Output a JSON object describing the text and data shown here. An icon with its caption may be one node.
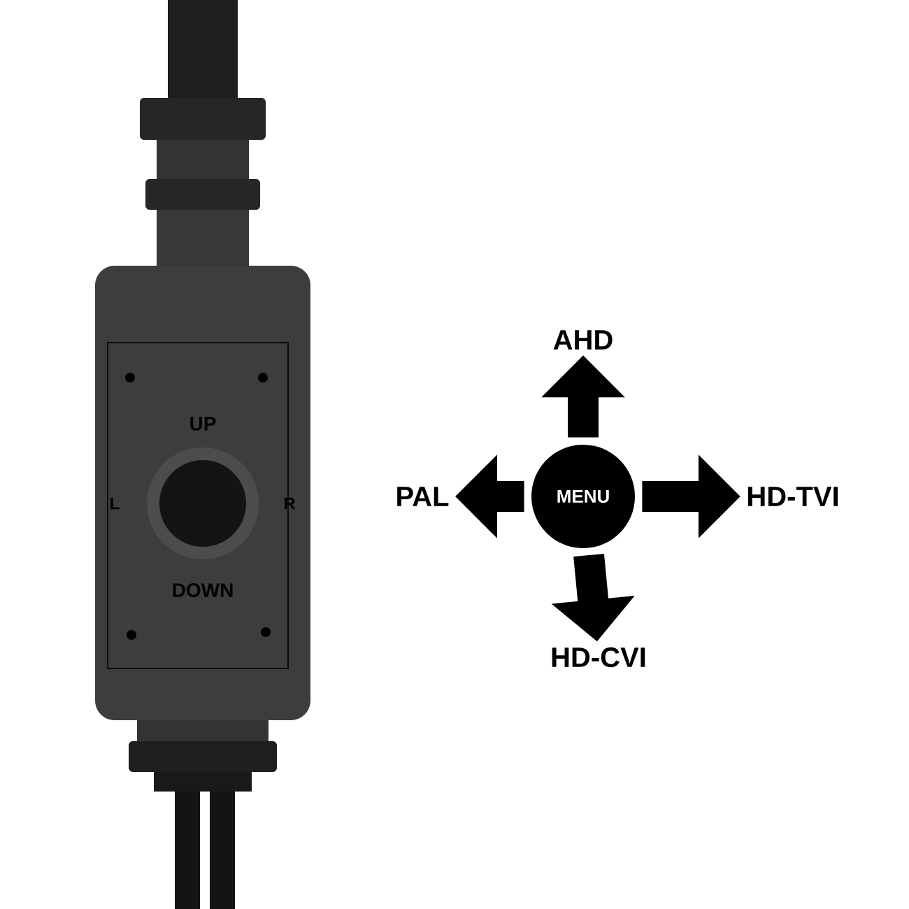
{
  "diagram": {
    "nodes": [
      {
        "text": [
          "MENU"
        ]
      },
      {
        "text": [
          "AHD"
        ]
      },
      {
        "text": [
          "HD-TVI"
        ]
      },
      {
        "text": [
          "HD-CVI"
        ]
      },
      {
        "text": [
          "PAL"
        ]
      }
    ],
    "edges": [
      {
        "from": 0,
        "to": 1,
        "arrow": "to"
      },
      {
        "from": 0,
        "to": 2,
        "arrow": "to"
      },
      {
        "from": 0,
        "to": 3,
        "arrow": "to"
      },
      {
        "from": 0,
        "to": 4,
        "arrow": "to"
      }
    ],
    "labels": [
      "UP",
      "L",
      "R",
      "DOWN"
    ]
  }
}
